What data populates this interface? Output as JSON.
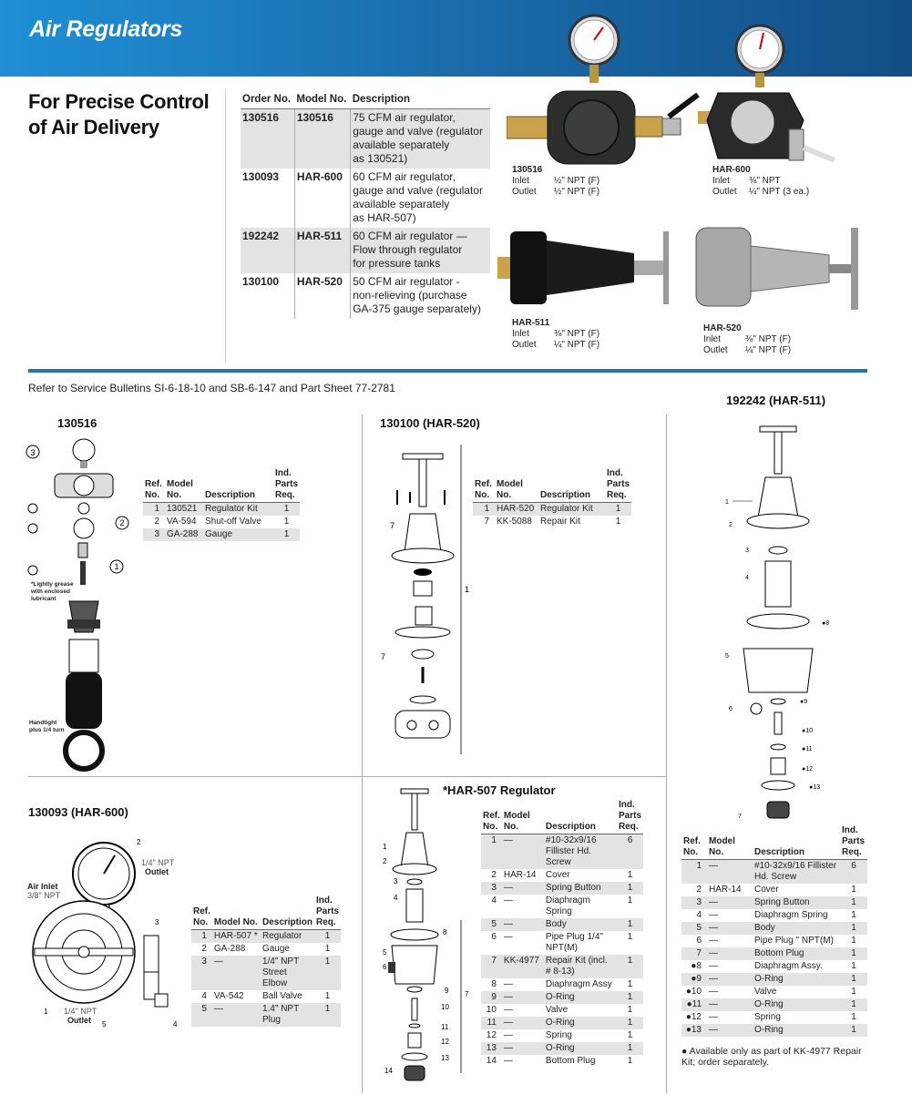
{
  "banner": {
    "title": "Air Regulators"
  },
  "headline": {
    "line1": "For Precise Control",
    "line2": "of Air Delivery"
  },
  "order_table": {
    "headers": [
      "Order No.",
      "Model No.",
      "Description"
    ],
    "rows": [
      {
        "order": "130516",
        "model": "130516",
        "lines": [
          "75 CFM air regulator,",
          "gauge and valve (regulator",
          "available separately",
          "as 130521)"
        ]
      },
      {
        "order": "130093",
        "model": "HAR-600",
        "lines": [
          "60 CFM air regulator,",
          "gauge and valve (regulator",
          "available separately",
          "as HAR-507)"
        ]
      },
      {
        "order": "192242",
        "model": "HAR-511",
        "lines": [
          "60 CFM air regulator —",
          "Flow through regulator",
          "for pressure tanks"
        ]
      },
      {
        "order": "130100",
        "model": "HAR-520",
        "lines": [
          "50 CFM air regulator -",
          "non-relieving (purchase",
          "GA-375 gauge separately)"
        ]
      }
    ]
  },
  "photos": {
    "p130516": {
      "model": "130516",
      "inlet_label": "Inlet",
      "inlet": "½\" NPT (F)",
      "outlet_label": "Outlet",
      "outlet": "½\" NPT (F)"
    },
    "har600": {
      "model": "HAR-600",
      "inlet_label": "Inlet",
      "inlet": "⅜\" NPT",
      "outlet_label": "Outlet",
      "outlet": "¼\" NPT (3 ea.)"
    },
    "har511": {
      "model": "HAR-511",
      "inlet_label": "Inlet",
      "inlet": "⅜\" NPT (F)",
      "outlet_label": "Outlet",
      "outlet": "¼\" NPT (F)"
    },
    "har520": {
      "model": "HAR-520",
      "inlet_label": "Inlet",
      "inlet": "⅜\" NPT (F)",
      "outlet_label": "Outlet",
      "outlet": "¼\" NPT (F)"
    }
  },
  "bulletin_note": "Refer to Service Bulletins SI-6-18-10 and SB-6-147 and Part Sheet 77-2781",
  "sections": {
    "s130516": {
      "title": "130516",
      "headers": [
        "Ref. No.",
        "Model No.",
        "Description",
        "Ind. Parts Req."
      ],
      "rows": [
        {
          "ref": "1",
          "model": "130521",
          "desc": "Regulator Kit",
          "qty": "1"
        },
        {
          "ref": "2",
          "model": "VA-594",
          "desc": "Shut-off Valve",
          "qty": "1"
        },
        {
          "ref": "3",
          "model": "GA-288",
          "desc": "Gauge",
          "qty": "1"
        }
      ],
      "notes": [
        "*Lightly grease",
        "with enclosed",
        "lubricant"
      ],
      "notes2": [
        "Handtight",
        "plus 1/4 turn"
      ]
    },
    "s130100": {
      "title": "130100 (HAR-520)",
      "headers": [
        "Ref. No.",
        "Model No.",
        "Description",
        "Ind. Parts Req."
      ],
      "rows": [
        {
          "ref": "1",
          "model": "HAR-520",
          "desc": "Regulator Kit",
          "qty": "1"
        },
        {
          "ref": "7",
          "model": "KK-5088",
          "desc": "Repair Kit",
          "qty": "1"
        }
      ]
    },
    "s192242": {
      "title": "192242 (HAR-511)",
      "headers": [
        "Ref. No.",
        "Model No.",
        "Description",
        "Ind. Parts Req."
      ],
      "rows": [
        {
          "ref": "1",
          "model": "—",
          "desc": "#10-32x9/16 Fillister Hd. Screw",
          "qty": "6"
        },
        {
          "ref": "2",
          "model": "HAR-14",
          "desc": "Cover",
          "qty": "1"
        },
        {
          "ref": "3",
          "model": "—",
          "desc": "Spring Button",
          "qty": "1"
        },
        {
          "ref": "4",
          "model": "—",
          "desc": "Diaphragm Spring",
          "qty": "1"
        },
        {
          "ref": "5",
          "model": "—",
          "desc": "Body",
          "qty": "1"
        },
        {
          "ref": "6",
          "model": "—",
          "desc": "Pipe Plug \" NPT(M)",
          "qty": "1"
        },
        {
          "ref": "7",
          "model": "—",
          "desc": "Bottom Plug",
          "qty": "1"
        },
        {
          "ref": "●8",
          "model": "—",
          "desc": "Diaphragm Assy.",
          "qty": "1"
        },
        {
          "ref": "●9",
          "model": "—",
          "desc": "O-Ring",
          "qty": "1"
        },
        {
          "ref": "●10",
          "model": "—",
          "desc": "Valve",
          "qty": "1"
        },
        {
          "ref": "●11",
          "model": "—",
          "desc": "O-Ring",
          "qty": "1"
        },
        {
          "ref": "●12",
          "model": "—",
          "desc": "Spring",
          "qty": "1"
        },
        {
          "ref": "●13",
          "model": "—",
          "desc": "O-Ring",
          "qty": "1"
        }
      ],
      "footnote": "● Available only as part of KK-4977 Repair Kit; order separately."
    },
    "s130093": {
      "title": "130093 (HAR-600)",
      "headers": [
        "Ref. No.",
        "Model No.",
        "Description",
        "Ind. Parts Req."
      ],
      "rows": [
        {
          "ref": "1",
          "model": "HAR-507 *",
          "desc": "Regulator",
          "qty": "1"
        },
        {
          "ref": "2",
          "model": "GA-288",
          "desc": "Gauge",
          "qty": "1"
        },
        {
          "ref": "3",
          "model": "—",
          "desc": "1/4\" NPT Street Elbow",
          "qty": "1"
        },
        {
          "ref": "4",
          "model": "VA-542",
          "desc": "Ball Valve",
          "qty": "1"
        },
        {
          "ref": "5",
          "model": "—",
          "desc": "1.4\" NPT Plug",
          "qty": "1"
        }
      ],
      "labels": {
        "air_inlet": "Air Inlet",
        "air_inlet_size": "3/8\" NPT",
        "outlet_top_size": "1/4\" NPT",
        "outlet_top": "Outlet",
        "outlet_bottom_size": "1/4\" NPT",
        "outlet_bottom": "Outlet"
      }
    },
    "s507": {
      "title": "*HAR-507 Regulator",
      "headers": [
        "Ref. No.",
        "Model No.",
        "Description",
        "Ind. Parts Req."
      ],
      "rows": [
        {
          "ref": "1",
          "model": "—",
          "desc": "#10-32x9/16 Fillister Hd. Screw",
          "qty": "6"
        },
        {
          "ref": "2",
          "model": "HAR-14",
          "desc": "Cover",
          "qty": "1"
        },
        {
          "ref": "3",
          "model": "—",
          "desc": "Spring Button",
          "qty": "1"
        },
        {
          "ref": "4",
          "model": "—",
          "desc": "Diaphragm Spring",
          "qty": "1"
        },
        {
          "ref": "5",
          "model": "—",
          "desc": "Body",
          "qty": "1"
        },
        {
          "ref": "6",
          "model": "—",
          "desc": "Pipe Plug 1/4\" NPT(M)",
          "qty": "1"
        },
        {
          "ref": "7",
          "model": "KK-4977",
          "desc": "Repair Kit (incl. # 8-13)",
          "qty": "1"
        },
        {
          "ref": "8",
          "model": "—",
          "desc": "Diaphragm Assy",
          "qty": "1"
        },
        {
          "ref": "9",
          "model": "—",
          "desc": "O-Ring",
          "qty": "1"
        },
        {
          "ref": "10",
          "model": "—",
          "desc": "Valve",
          "qty": "1"
        },
        {
          "ref": "11",
          "model": "—",
          "desc": "O-Ring",
          "qty": "1"
        },
        {
          "ref": "12",
          "model": "—",
          "desc": "Spring",
          "qty": "1"
        },
        {
          "ref": "13",
          "model": "—",
          "desc": "O-Ring",
          "qty": "1"
        },
        {
          "ref": "14",
          "model": "—",
          "desc": "Bottom Plug",
          "qty": "1"
        }
      ]
    }
  }
}
